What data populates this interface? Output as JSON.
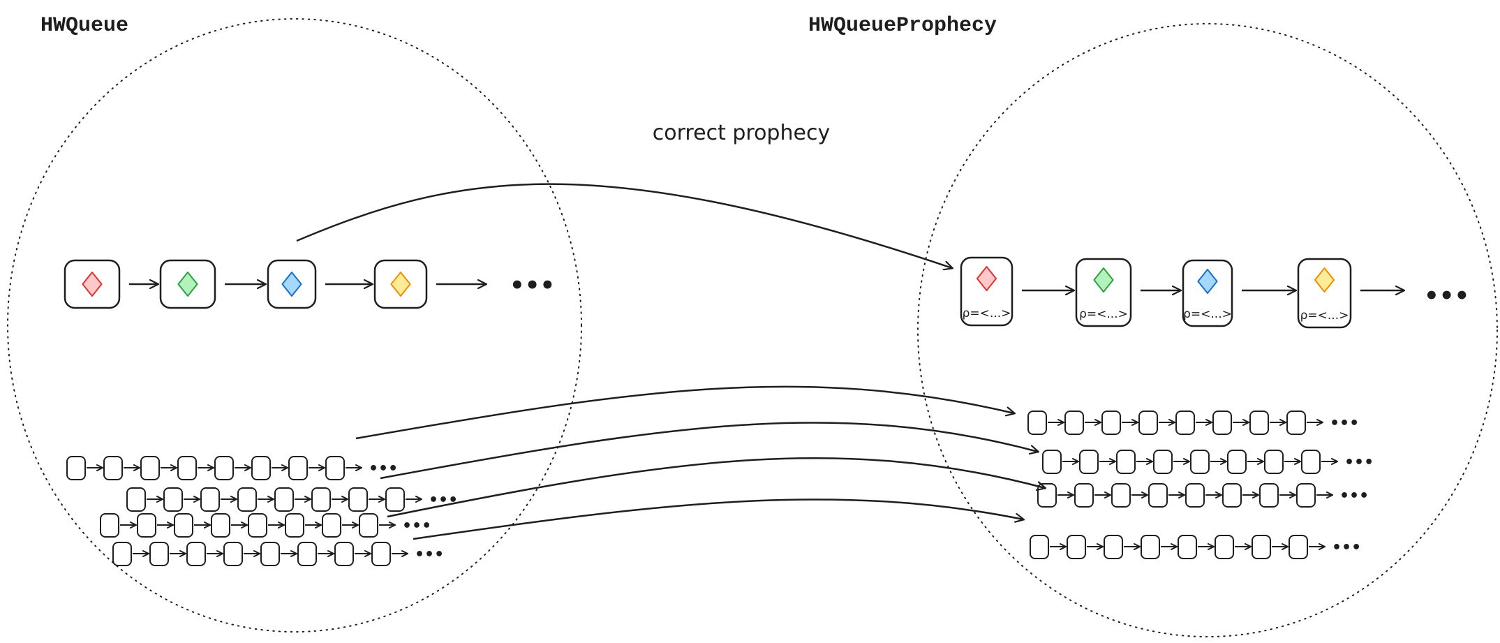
{
  "left_set": {
    "title": "HWQueue"
  },
  "right_set": {
    "title": "HWQueueProphecy"
  },
  "arrow_label": "correct prophecy",
  "node_label": "ρ=<...>",
  "ellipsis": "•••",
  "node_colors": [
    {
      "name": "red",
      "fill": "#ffc9c9",
      "stroke": "#e03131"
    },
    {
      "name": "green",
      "fill": "#b2f2bb",
      "stroke": "#2f9e44"
    },
    {
      "name": "blue",
      "fill": "#a5d8ff",
      "stroke": "#1971c2"
    },
    {
      "name": "yellow",
      "fill": "#ffec99",
      "stroke": "#f08c00"
    }
  ],
  "small_chain_length": 8,
  "small_chain_count": 4
}
